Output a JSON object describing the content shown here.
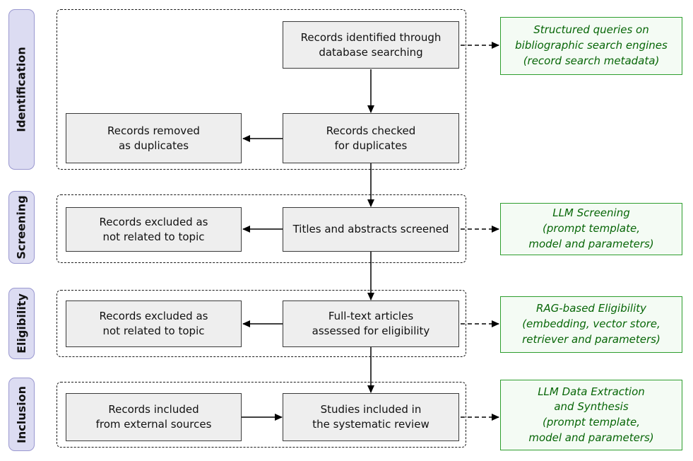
{
  "stages": [
    {
      "id": "identification",
      "label": "Identification"
    },
    {
      "id": "screening",
      "label": "Screening"
    },
    {
      "id": "eligibility",
      "label": "Eligibility"
    },
    {
      "id": "inclusion",
      "label": "Inclusion"
    }
  ],
  "flow_boxes": {
    "records_identified": "Records identified through\ndatabase searching",
    "records_checked": "Records checked\nfor duplicates",
    "records_removed": "Records removed\nas duplicates",
    "titles_screened": "Titles and abstracts screened",
    "excluded_screening": "Records excluded as\nnot related to topic",
    "fulltext_assessed": "Full-text articles\nassessed for eligibility",
    "excluded_eligibility": "Records excluded as\nnot related to topic",
    "records_external": "Records included\nfrom external sources",
    "studies_included": "Studies included in\nthe systematic review"
  },
  "annotations": {
    "identification": "Structured queries on\nbibliographic search engines\n(record search metadata)",
    "screening": "LLM Screening\n(prompt template,\nmodel and parameters)",
    "eligibility": "RAG-based Eligibility\n(embedding, vector store,\nretriever and parameters)",
    "inclusion": "LLM Data Extraction\nand Synthesis\n(prompt template,\nmodel and parameters)"
  },
  "colors": {
    "stage_fill": "#dcdcf2",
    "stage_border": "#9a98d0",
    "node_fill": "#eeeeee",
    "node_border": "#3a3a3a",
    "annotation_fill": "#f4fbf4",
    "annotation_border": "#2e9e2e",
    "annotation_text": "#076607",
    "arrow": "#000000"
  }
}
